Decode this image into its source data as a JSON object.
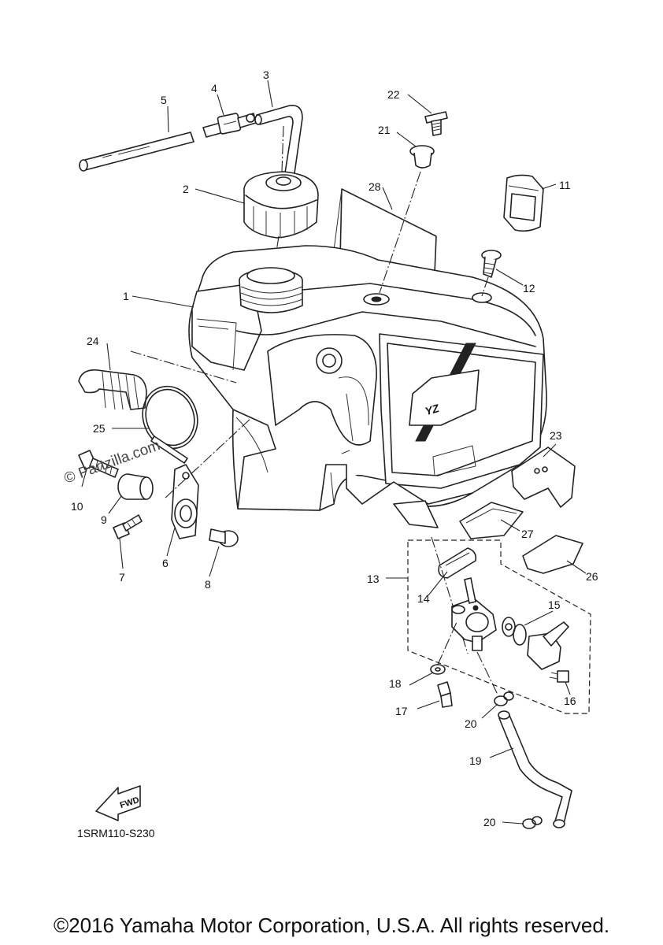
{
  "diagram": {
    "callouts": {
      "c1": "1",
      "c2": "2",
      "c3": "3",
      "c4": "4",
      "c5": "5",
      "c6": "6",
      "c7": "7",
      "c8": "8",
      "c9": "9",
      "c10": "10",
      "c11": "11",
      "c12": "12",
      "c13": "13",
      "c14": "14",
      "c15": "15",
      "c16": "16",
      "c17": "17",
      "c18": "18",
      "c19": "19",
      "c20a": "20",
      "c20b": "20",
      "c21": "21",
      "c22": "22",
      "c23": "23",
      "c24": "24",
      "c25": "25",
      "c26": "26",
      "c27": "27",
      "c28": "28"
    },
    "diagram_code": "1SRM110-S230",
    "fwd_label": "FWD",
    "watermark": "© Partzilla.com",
    "emblem_text": "YZ"
  },
  "footer": {
    "copyright": "©2016 Yamaha Motor Corporation, U.S.A. All rights reserved."
  }
}
